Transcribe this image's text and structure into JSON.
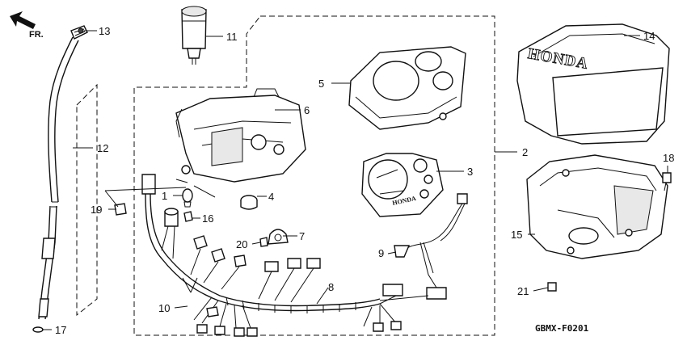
{
  "diagram": {
    "direction_label": "FR.",
    "drawing_code": "GBMX-F0201",
    "brand_text": "HONDA",
    "callouts": [
      {
        "id": "1",
        "label": "1"
      },
      {
        "id": "2",
        "label": "2"
      },
      {
        "id": "3",
        "label": "3"
      },
      {
        "id": "4",
        "label": "4"
      },
      {
        "id": "5",
        "label": "5"
      },
      {
        "id": "6",
        "label": "6"
      },
      {
        "id": "7",
        "label": "7"
      },
      {
        "id": "8",
        "label": "8"
      },
      {
        "id": "9",
        "label": "9"
      },
      {
        "id": "10",
        "label": "10"
      },
      {
        "id": "11",
        "label": "11"
      },
      {
        "id": "12",
        "label": "12"
      },
      {
        "id": "13",
        "label": "13"
      },
      {
        "id": "14",
        "label": "14"
      },
      {
        "id": "15",
        "label": "15"
      },
      {
        "id": "16",
        "label": "16"
      },
      {
        "id": "17",
        "label": "17"
      },
      {
        "id": "18",
        "label": "18"
      },
      {
        "id": "19",
        "label": "19"
      },
      {
        "id": "20",
        "label": "20"
      },
      {
        "id": "21",
        "label": "21"
      }
    ]
  }
}
